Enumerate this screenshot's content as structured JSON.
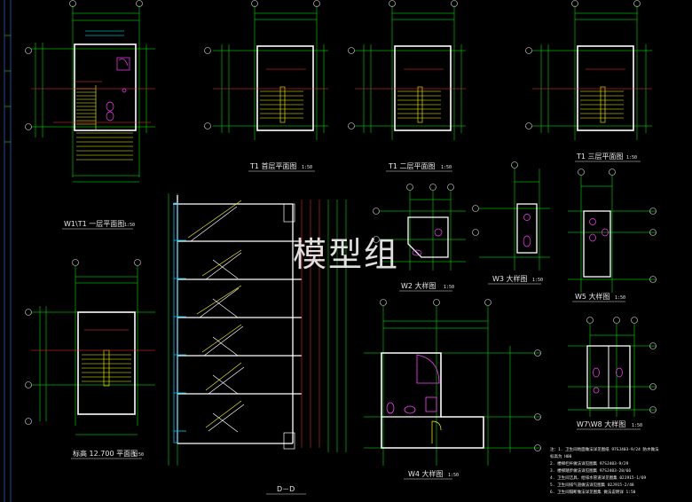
{
  "watermark": "模型组",
  "titles": {
    "t1_plan_a": "T1 首层平面图",
    "t1_plan_b": "T1 二层平面图",
    "t1_plan_c": "T1 三层平面图",
    "w1_plan": "W1\\T1  一层平面图",
    "roof_plan": "标高 12.700  平面图",
    "section": "D－D",
    "w2": "W2 大样图",
    "w3": "W3 大样图",
    "w4": "W4 大样图",
    "w5": "W5 大样图",
    "w7": "W7\\W8  大样图"
  },
  "scales": {
    "s150": "1:50"
  },
  "notes": [
    "注：1. 卫生间地面做法详见图纸     97SJ403-9/24    防水做法",
    "       标高为  H00",
    "    2. 楼梯栏杆做法详见图集        97SJ403-9/29",
    "    3. 楼梯踏步做法详见图集        97SJ403-28/66",
    "    4. 卫生间洁具、给排水管道详见图集   02J915-1/69",
    "    5. 卫生间排气道做法详见图集      02J915-2/48",
    "    6. 卫生间隔断做法详见图集        做法说明详  1:50"
  ],
  "colors": {
    "grid": "#00ff00",
    "wall": "#ffffff",
    "stair": "#ffff00",
    "dim": "#ff3333",
    "fixture": "#ff40ff",
    "section_fill": "#00c8ff"
  }
}
